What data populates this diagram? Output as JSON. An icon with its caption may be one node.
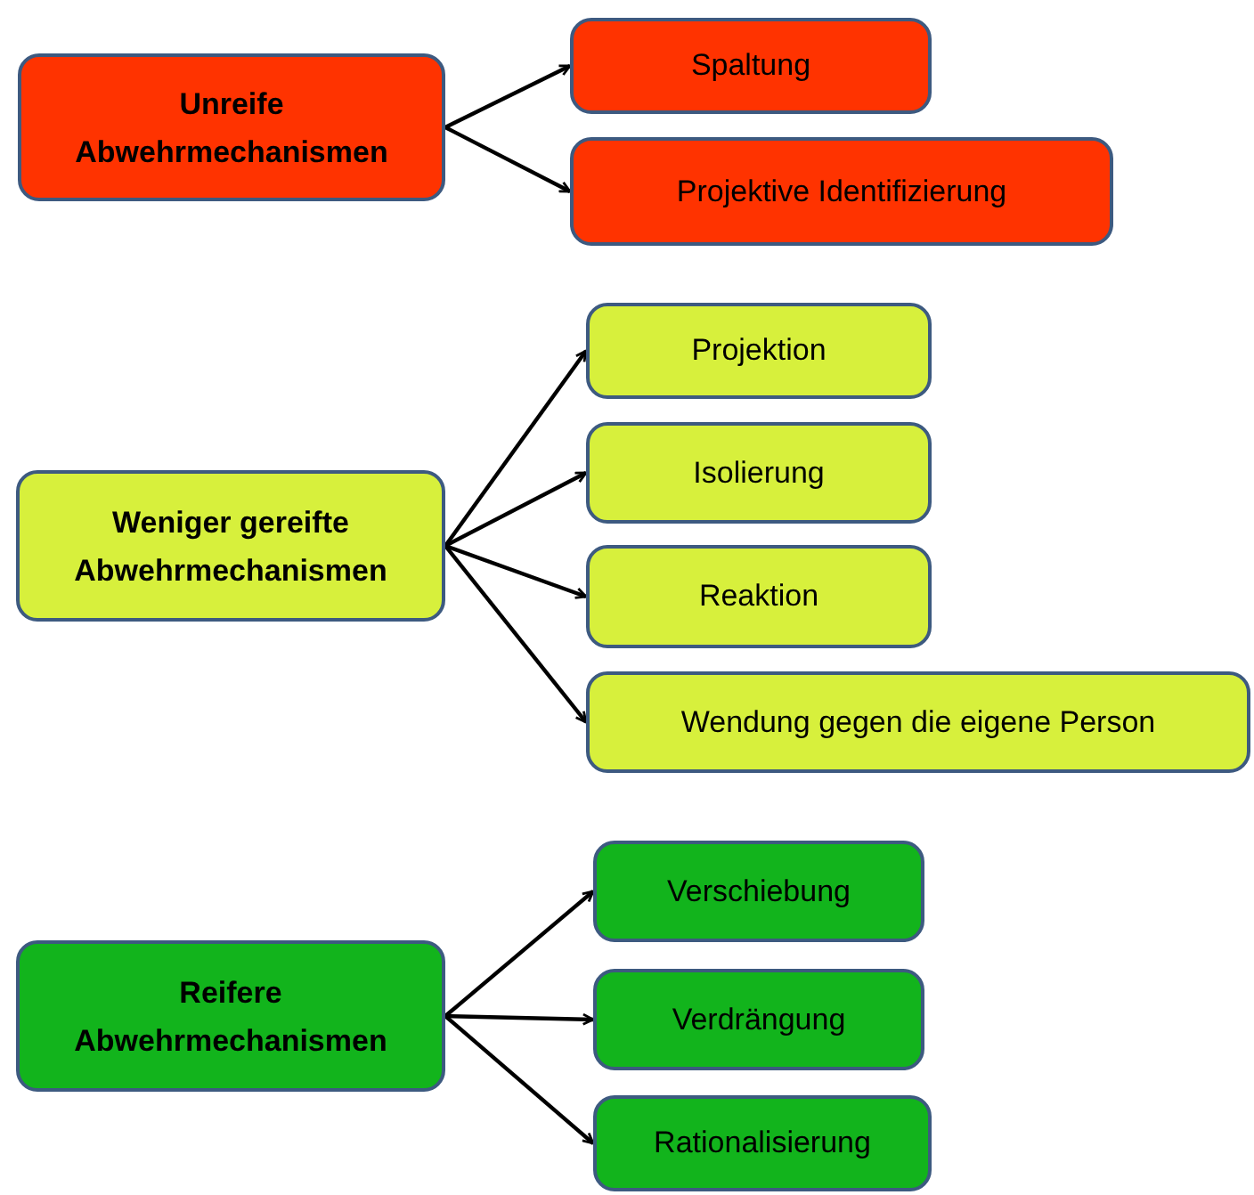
{
  "diagram": {
    "nodes": [
      {
        "text": [
          "Unreife Abwehrmechanismen"
        ]
      },
      {
        "text": [
          "Spaltung"
        ]
      },
      {
        "text": [
          "Projektive Identifizierung"
        ]
      },
      {
        "text": [
          "Weniger gereifte Abwehrmechanismen"
        ]
      },
      {
        "text": [
          "Projektion"
        ]
      },
      {
        "text": [
          "Isolierung"
        ]
      },
      {
        "text": [
          "Reaktion"
        ]
      },
      {
        "text": [
          "Wendung gegen die eigene Person"
        ]
      },
      {
        "text": [
          "Reifere Abwehrmechanismen"
        ]
      },
      {
        "text": [
          "Verschiebung"
        ]
      },
      {
        "text": [
          "Verdrängung"
        ]
      },
      {
        "text": [
          "Rationalisierung"
        ]
      }
    ],
    "edges": [
      {
        "from": 0,
        "to": 1,
        "arrow": "to"
      },
      {
        "from": 0,
        "to": 2,
        "arrow": "to"
      },
      {
        "from": 3,
        "to": 4,
        "arrow": "to"
      },
      {
        "from": 3,
        "to": 5,
        "arrow": "to"
      },
      {
        "from": 3,
        "to": 6,
        "arrow": "to"
      },
      {
        "from": 3,
        "to": 7,
        "arrow": "to"
      },
      {
        "from": 8,
        "to": 9,
        "arrow": "to"
      },
      {
        "from": 8,
        "to": 10,
        "arrow": "to"
      },
      {
        "from": 8,
        "to": 11,
        "arrow": "to"
      }
    ]
  }
}
